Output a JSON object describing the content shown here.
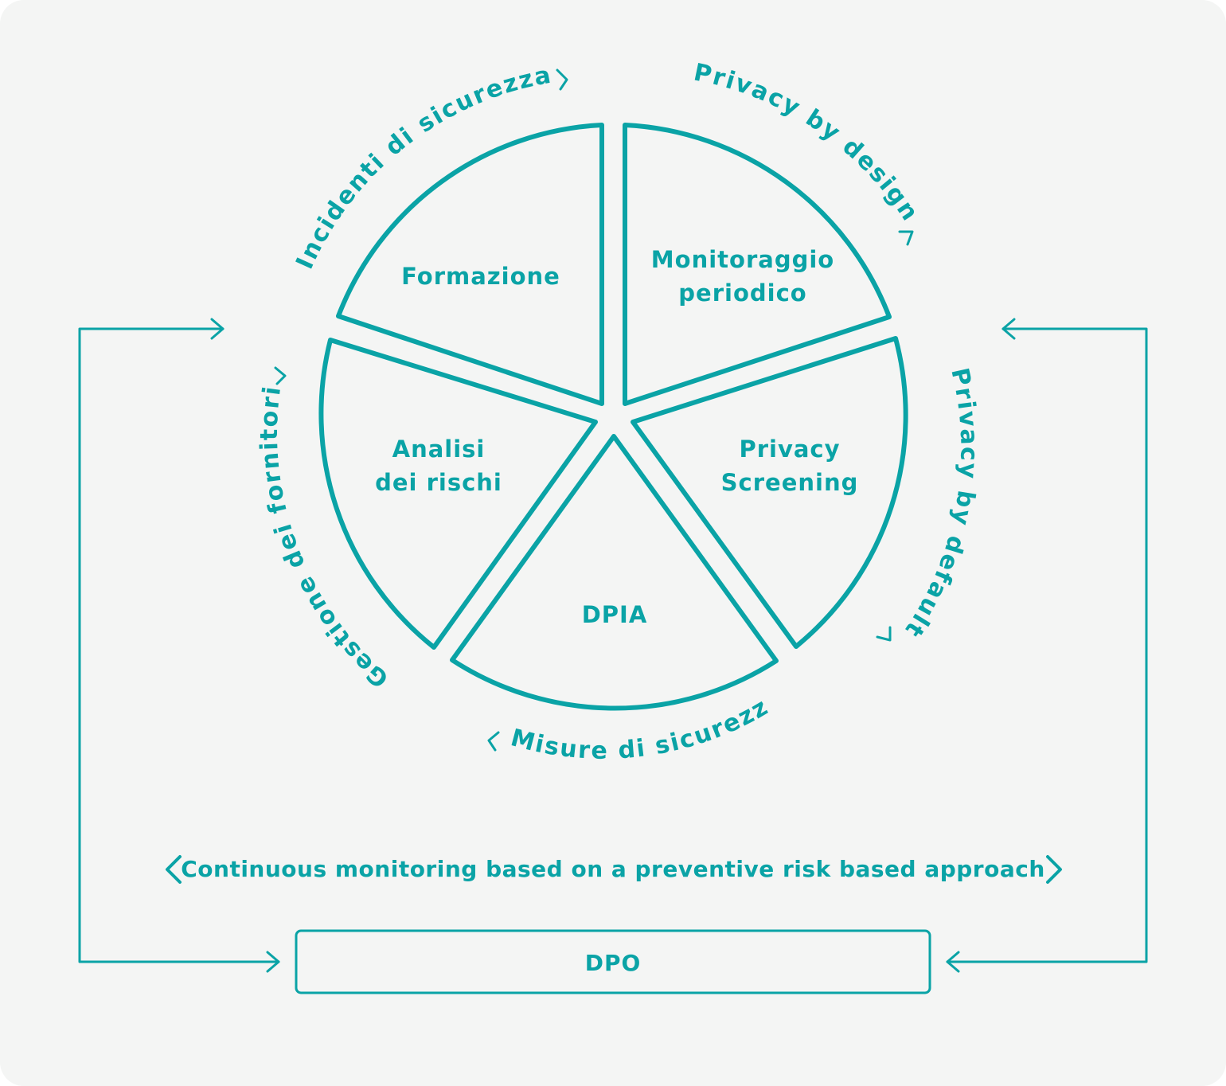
{
  "colors": {
    "accent": "#0aa3a6",
    "background": "#f4f5f4"
  },
  "segments": {
    "formazione": {
      "label": "Formazione"
    },
    "monitoraggio": {
      "line1": "Monitoraggio",
      "line2": "periodico"
    },
    "privacy_screening": {
      "line1": "Privacy",
      "line2": "Screening"
    },
    "dpia": {
      "label": "DPIA"
    },
    "analisi": {
      "line1": "Analisi",
      "line2": "dei rischi"
    }
  },
  "outer_labels": {
    "incidenti": "Incidenti di sicurezza",
    "privacy_design": "Privacy by design",
    "privacy_default": "Privacy by default",
    "misure": "Misure di sicurezza",
    "gestione": "Gestione dei fornitori"
  },
  "caption": "Continuous monitoring based on a preventive risk based approach",
  "dpo": {
    "label": "DPO"
  },
  "icons": {
    "cycle_arrows": "small-chevron-icon",
    "caption_left": "chevron-left-icon",
    "caption_right": "chevron-right-icon",
    "flow_arrows": "arrow-icon"
  }
}
